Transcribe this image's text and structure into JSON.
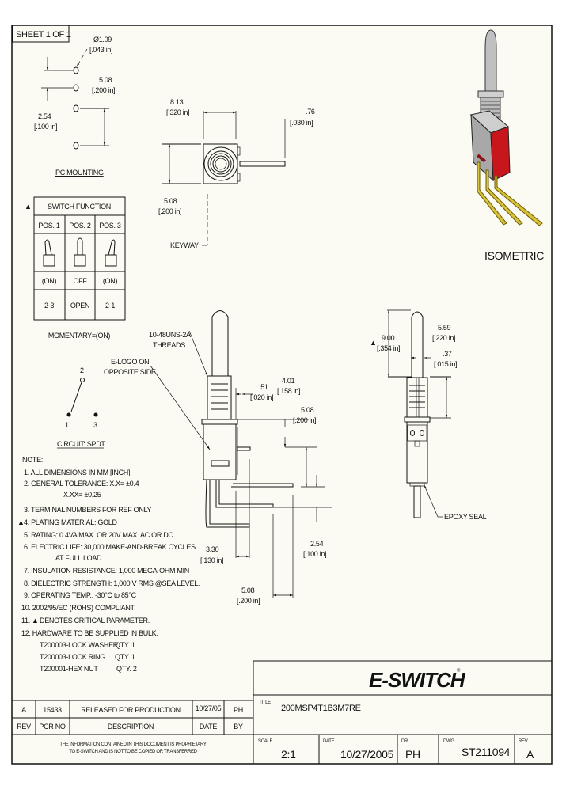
{
  "sheet": "SHEET 1 OF 1",
  "pc_mounting": {
    "hole_dia": "Ø1.09",
    "hole_dia_in": "[.043 in]",
    "pitch_a": "5.08",
    "pitch_a_in": "[.200 in]",
    "pitch_b": "2.54",
    "pitch_b_in": "[.100 in]",
    "label": "PC MOUNTING"
  },
  "top_view": {
    "width": "8.13",
    "width_in": "[.320 in]",
    "height": "5.08",
    "height_in": "[.200 in]",
    "pin": ".76",
    "pin_in": "[.030 in]",
    "keyway": "KEYWAY"
  },
  "switch_function": {
    "critical_marker": "▲",
    "title": "SWITCH FUNCTION",
    "positions": [
      "POS. 1",
      "POS. 2",
      "POS. 3"
    ],
    "states": [
      "(ON)",
      "OFF",
      "(ON)"
    ],
    "circuits": [
      "2-3",
      "OPEN",
      "2-1"
    ],
    "note": "MOMENTARY=(ON)"
  },
  "circuit": {
    "terminals": [
      "2",
      "1",
      "3"
    ],
    "label": "CIRCUIT: SPDT"
  },
  "front_view": {
    "threads_1": "10-48UNS-2A",
    "threads_2": "THREADS",
    "elogo_1": "E-LOGO ON",
    "elogo_2": "OPPOSITE SIDE",
    "d1": ".51",
    "d1_in": "[.020 in]",
    "d2": "4.01",
    "d2_in": "[.158 in]",
    "d3": "5.08",
    "d3_in": "[.200 in]",
    "d4": "3.30",
    "d4_in": "[.130 in]",
    "d5": "2.54",
    "d5_in": "[.100 in]",
    "d6": "5.08",
    "d6_in": "[.200 in]"
  },
  "side_view": {
    "d1": "9.00",
    "d1_in": "[.354 in]",
    "d2": "5.59",
    "d2_in": "[.220 in]",
    "d3": ".37",
    "d3_in": "[.015 in]",
    "epoxy": "EPOXY SEAL"
  },
  "isometric": {
    "label": "ISOMETRIC",
    "colors": {
      "body": "#c8161d",
      "metal": "#b8b8b8",
      "pins": "#d8c23a"
    }
  },
  "notes": {
    "heading": "NOTE:",
    "items": [
      "1. ALL DIMENSIONS IN MM [INCH]",
      "2. GENERAL TOLERANCE: X.X= ±0.4",
      "X.XX= ±0.25",
      "3. TERMINAL NUMBERS FOR REF ONLY",
      "4. PLATING MATERIAL: GOLD",
      "5. RATING: 0.4VA MAX. OR 20V MAX. AC OR DC.",
      "6. ELECTRIC LIFE: 30,000 MAKE-AND-BREAK CYCLES",
      "AT FULL LOAD.",
      "7. INSULATION RESISTANCE: 1,000 MEGA-OHM MIN",
      "8. DIELECTRIC STRENGTH: 1,000 V RMS @SEA LEVEL.",
      "9. OPERATING TEMP.: -30°C to 85°C",
      "10. 2002/95/EC (ROHS) COMPLIANT",
      "11.",
      "DENOTES CRITICAL PARAMETER.",
      "12. HARDWARE TO BE SUPPLIED IN BULK:"
    ],
    "critical_marker": "▲",
    "hardware": [
      {
        "part": "T200003-LOCK WASHER",
        "qty": "QTY. 1"
      },
      {
        "part": "T200003-LOCK RING",
        "qty": "QTY. 1"
      },
      {
        "part": "T200001-HEX NUT",
        "qty": "QTY. 2"
      }
    ]
  },
  "revision": {
    "row": {
      "rev": "A",
      "pcr": "15433",
      "description": "RELEASED FOR PRODUCTION",
      "date": "10/27/05",
      "by": "PH"
    },
    "headers": {
      "rev": "REV",
      "pcr": "PCR NO",
      "description": "DESCRIPTION",
      "date": "DATE",
      "by": "BY"
    },
    "proprietary_1": "THE INFORMATION CONTAINED IN THIS DOCUMENT IS PROPRIETARY",
    "proprietary_2": "TO E-SWITCH AND IS NOT TO BE COPIED OR TRANSFERRED"
  },
  "title_block": {
    "logo": "E-SWITCH",
    "logo_mark": "®",
    "title_label": "TITLE",
    "title": "200MSP4T1B3M7RE",
    "scale_label": "SCALE",
    "scale": "2:1",
    "date_label": "DATE",
    "date": "10/27/2005",
    "dr_label": "DR",
    "dr": "PH",
    "dwg_label": "DWG",
    "dwg": "ST211094",
    "rev_label": "REV",
    "rev": "A"
  }
}
